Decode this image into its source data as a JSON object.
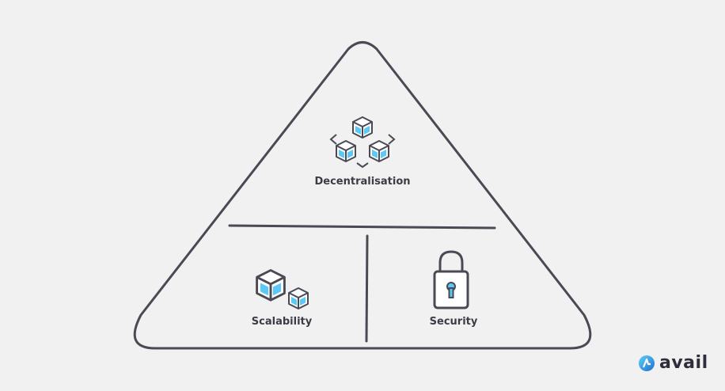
{
  "diagram": {
    "top": {
      "label": "Decentralisation",
      "icon": "network-cubes-icon"
    },
    "bottom_left": {
      "label": "Scalability",
      "icon": "scaling-cubes-icon"
    },
    "bottom_right": {
      "label": "Security",
      "icon": "padlock-icon"
    }
  },
  "brand": {
    "name": "avail"
  },
  "colors": {
    "stroke": "#4a4a55",
    "accent": "#5cc8f5",
    "background": "#f1f1f1"
  }
}
